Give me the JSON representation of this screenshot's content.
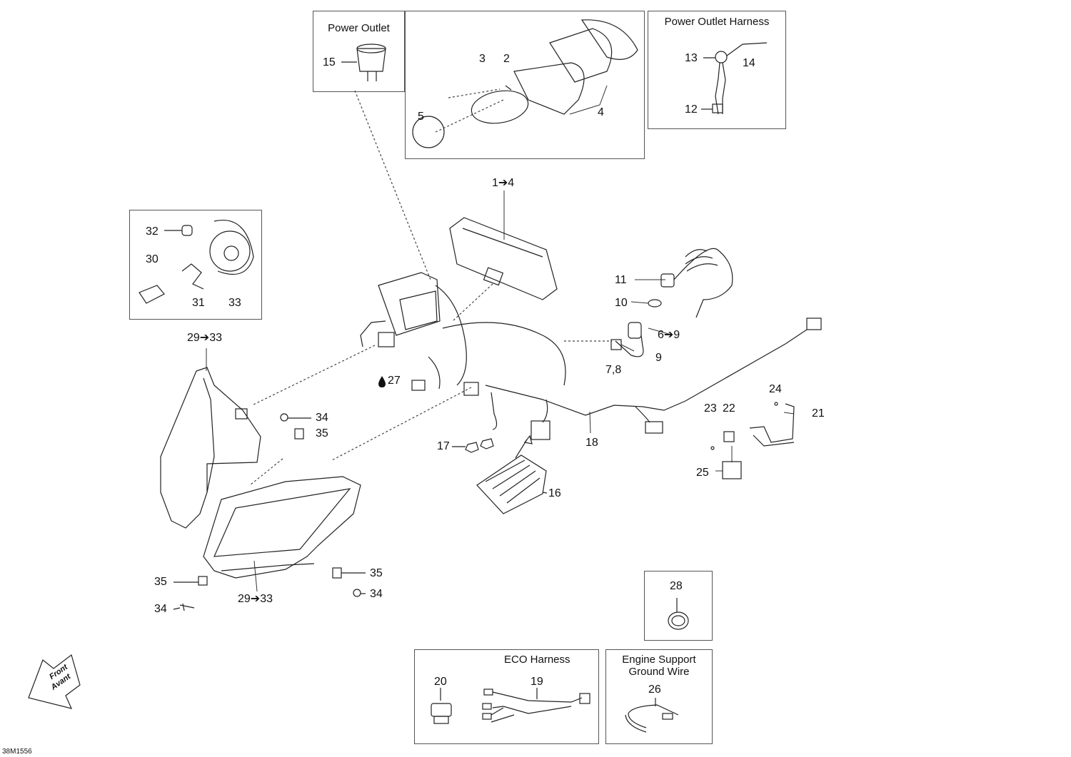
{
  "boxes": {
    "power_outlet": {
      "title": "Power Outlet"
    },
    "power_outlet_harness": {
      "title": "Power Outlet Harness"
    },
    "eco_harness": {
      "title": "ECO Harness"
    },
    "engine_support_ground_wire": {
      "title_line1": "Engine Support",
      "title_line2": "Ground Wire"
    }
  },
  "callouts": {
    "c1_4": "1➔4",
    "c2": "2",
    "c3": "3",
    "c4": "4",
    "c5": "5",
    "c6_9": "6➔9",
    "c7_8": "7,8",
    "c9": "9",
    "c10": "10",
    "c11": "11",
    "c12": "12",
    "c13": "13",
    "c14": "14",
    "c15": "15",
    "c16": "16",
    "c17": "17",
    "c18": "18",
    "c19": "19",
    "c20": "20",
    "c21": "21",
    "c22": "22",
    "c23": "23",
    "c24": "24",
    "c25": "25",
    "c26": "26",
    "c27": "27",
    "c28": "28",
    "c29_33_top": "29➔33",
    "c29_33_bottom": "29➔33",
    "c30": "30",
    "c31": "31",
    "c32": "32",
    "c33": "33",
    "c34_a": "34",
    "c35_a": "35",
    "c35_b": "35",
    "c35_c": "35",
    "c34_b": "34",
    "c34_c": "34"
  },
  "front_arrow": {
    "line1": "Front",
    "line2": "Avant"
  },
  "drawing_code": "38M1556"
}
